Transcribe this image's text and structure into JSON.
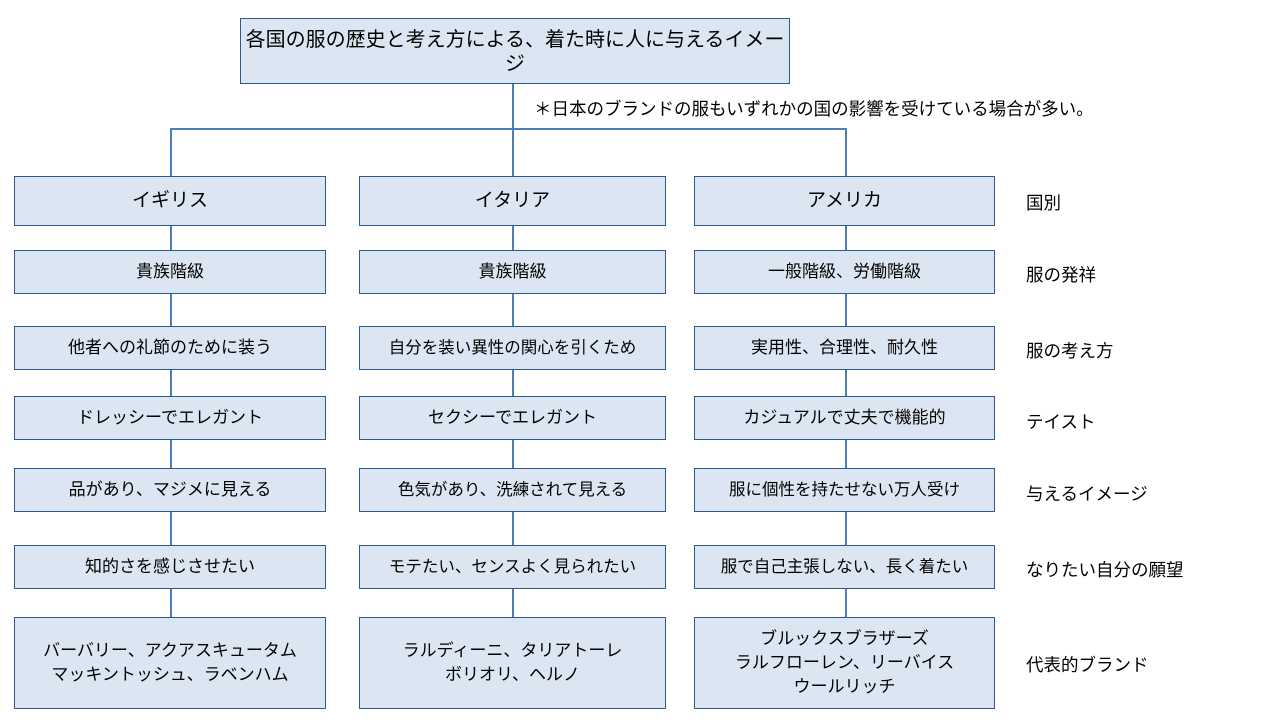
{
  "diagram": {
    "title": "各国の服の歴史と考え方による、着た時に人に与えるイメージ",
    "note": "＊日本のブランドの服もいずれかの国の影響を受けている場合が多い。",
    "row_labels": [
      "国別",
      "服の発祥",
      "服の考え方",
      "テイスト",
      "与えるイメージ",
      "なりたい自分の願望",
      "代表的ブランド"
    ],
    "columns": [
      {
        "key": "uk",
        "head": "イギリス",
        "cells": [
          "貴族階級",
          "他者への礼節のために装う",
          "ドレッシーでエレガント",
          "品があり、マジメに見える",
          "知的さを感じさせたい",
          "バーバリー、アクアスキュータム\nマッキントッシュ、ラベンハム"
        ]
      },
      {
        "key": "it",
        "head": "イタリア",
        "cells": [
          "貴族階級",
          "自分を装い異性の関心を引くため",
          "セクシーでエレガント",
          "色気があり、洗練されて見える",
          "モテたい、センスよく見られたい",
          "ラルディーニ、タリアトーレ\nボリオリ、ヘルノ"
        ]
      },
      {
        "key": "us",
        "head": "アメリカ",
        "cells": [
          "一般階級、労働階級",
          "実用性、合理性、耐久性",
          "カジュアルで丈夫で機能的",
          "服に個性を持たせない万人受け",
          "服で自己主張しない、長く着たい",
          "ブルックスブラザーズ\nラルフローレン、リーバイス\nウールリッチ"
        ]
      }
    ],
    "colors": {
      "box_fill": "#dce6f2",
      "box_border": "#2e5a8e",
      "connector": "#4f7dbb",
      "background": "#ffffff",
      "text": "#000000"
    }
  }
}
